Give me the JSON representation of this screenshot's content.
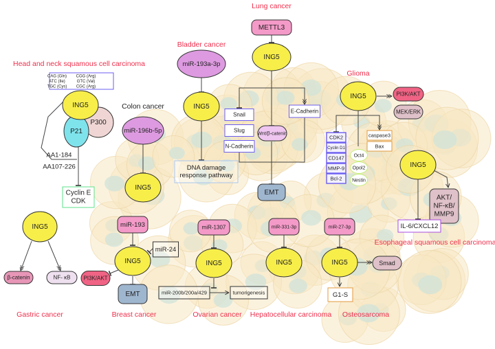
{
  "colors": {
    "title_red": "#ee2f4c",
    "ing5_yellow": "#f7ee4a",
    "mirna_pink": "#f49ac8",
    "mirna_purple": "#dd9ae0",
    "pi3k_red": "#f06384",
    "mauve": "#dfc1c9",
    "emt_blue": "#9fb6cf",
    "box_blue": "#6b5cf0",
    "box_orange": "#e39a3c",
    "box_green": "#5ee08a",
    "p21_cyan": "#7fe3ec",
    "p300_pink": "#efd6d4"
  },
  "lung": {
    "title": "Lung cancer",
    "mettl3": "METTL3",
    "ing5": "ING5",
    "snail": "Snail",
    "slug": "Slug",
    "ncad": "N-Cadherin",
    "wnt": "Wnt/β-catenin",
    "ecad": "E-Cadherin",
    "emt": "EMT"
  },
  "bladder": {
    "title": "Bladder cancer",
    "mir": "miR-193a-3p",
    "ing5": "ING5",
    "dna": [
      "DNA damage",
      "response pathway"
    ]
  },
  "head_neck": {
    "title": "Head and neck squamous cell carcinoma",
    "codons": [
      "CAG (Gln)",
      "CGG (Arg)",
      "ATC (Ile)",
      "GTC (Val)",
      "TGC (Cys)",
      "CGC (Arg)"
    ],
    "ing5": "ING5",
    "p21": "P21",
    "p300": "P300",
    "aa1": "AA1-184",
    "aa2": "AA107-226",
    "cyclin": [
      "Cyclin E",
      "CDK"
    ]
  },
  "colon": {
    "title": "Colon cancer",
    "mir": "miR-196b-5p",
    "ing5": "ING5"
  },
  "glioma": {
    "title": "Glioma",
    "ing5": "ING5",
    "pi3k": "PI3K/AKT",
    "mek": "MEK/ERK",
    "targets": [
      "CDK2",
      "Cyclin D1",
      "CD147",
      "MMP-9",
      "Bcl-2"
    ],
    "stem": [
      "Oct4",
      "Opol2",
      "Nestin"
    ],
    "apoptosis": [
      "caspase3",
      "Bax"
    ]
  },
  "esophageal": {
    "title": "Esophageal squamous cell carcinoma",
    "ing5": "ING5",
    "akt": [
      "AKT/",
      "NF-κB/",
      "MMP9"
    ],
    "il6": "IL-6/CXCL12"
  },
  "gastric": {
    "title": "Gastric cancer",
    "ing5": "ING5",
    "bcat": "β-catenin",
    "nfkb": "NF- κB"
  },
  "breast": {
    "title": "Breast cancer",
    "mir193": "miR-193",
    "mir24": "miR-24",
    "ing5": "ING5",
    "pi3k": "PI3K/AKT",
    "emt": "EMT"
  },
  "ovarian": {
    "title": "Ovarian cancer",
    "mir": "miR-1307",
    "ing5": "ING5",
    "mir200": "miR-200b/200a/429",
    "tumor": "tumorigenesis"
  },
  "hepato": {
    "title": "Hepatocellular carcinoma",
    "mir": "miR-331-3p",
    "ing5": "ING5"
  },
  "osteo": {
    "title": "Osteosarcoma",
    "mir": "miR-27-3p",
    "ing5": "ING5",
    "smad": "Smad",
    "g1s": "G1-S"
  }
}
